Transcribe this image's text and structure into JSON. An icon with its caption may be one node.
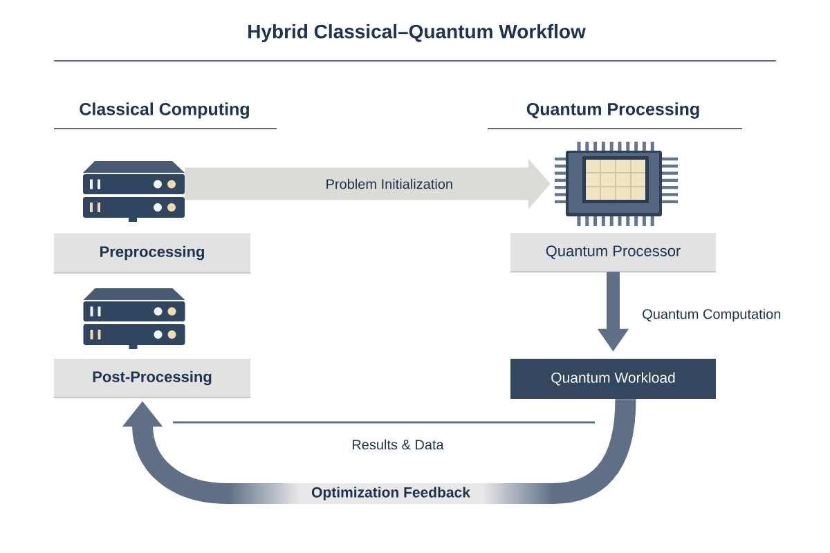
{
  "diagram": {
    "title": "Hybrid Classical–Quantum Workflow",
    "nodes": [
      {
        "text": [],
        "shape": "picture"
      },
      {
        "text": [],
        "shape": "picture"
      },
      {
        "text": [
          "Preprocessing"
        ]
      },
      {
        "text": [
          "Quantum Processor"
        ]
      },
      {
        "text": [],
        "shape": "picture"
      },
      {
        "text": [
          "Post-Processing"
        ]
      },
      {
        "text": [
          "Quantum Workload"
        ]
      }
    ],
    "edges": [
      {
        "from": 0,
        "to": 1,
        "arrow": "to",
        "label": "Problem Initialization",
        "color": "#dcdbd5"
      },
      {
        "from": 3,
        "to": 6,
        "arrow": "to",
        "label": "Quantum Computation"
      },
      {
        "from": 6,
        "to": 5,
        "arrow": "to",
        "label": "Optimization Feedback"
      }
    ],
    "labels": [
      "Classical Computing",
      "Quantum Processing",
      "Results & Data"
    ]
  }
}
